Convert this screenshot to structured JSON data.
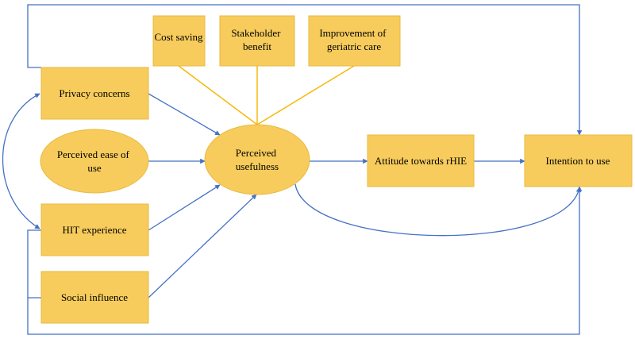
{
  "colors": {
    "box_fill": "#F7CC5C",
    "box_stroke": "#E8BA3F",
    "arrow": "#4472C4",
    "moderator_line": "#F5B90A"
  },
  "nodes": {
    "cost_saving": {
      "lines": [
        "Cost saving"
      ]
    },
    "stakeholder_benefit": {
      "lines": [
        "Stakeholder",
        "benefit"
      ]
    },
    "improvement_geriatric_care": {
      "lines": [
        "Improvement of",
        "geriatric care"
      ]
    },
    "privacy_concerns": {
      "lines": [
        "Privacy concerns"
      ]
    },
    "perceived_ease_of_use": {
      "lines": [
        "Perceived ease of",
        "use"
      ]
    },
    "hit_experience": {
      "lines": [
        "HIT experience"
      ]
    },
    "social_influence": {
      "lines": [
        "Social influence"
      ]
    },
    "perceived_usefulness": {
      "lines": [
        "Perceived",
        "usefulness"
      ]
    },
    "attitude_towards_rhie": {
      "lines": [
        "Attitude towards rHIE"
      ]
    },
    "intention_to_use": {
      "lines": [
        "Intention to use"
      ]
    }
  }
}
